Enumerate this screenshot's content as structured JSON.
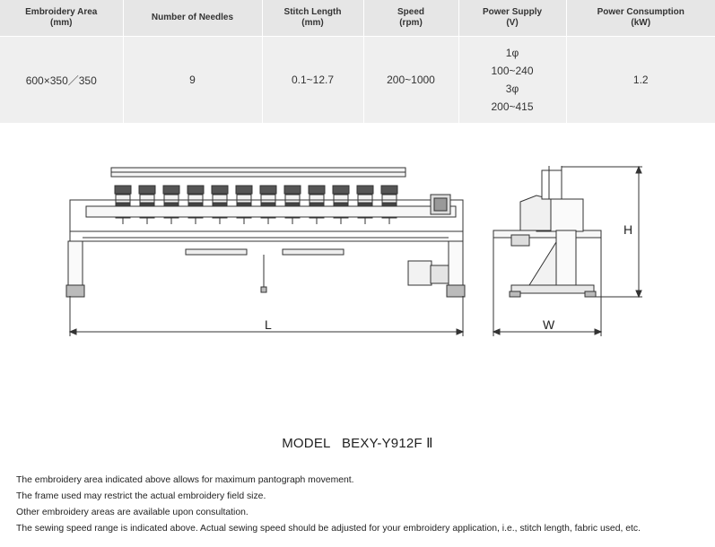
{
  "spec_table": {
    "headers": [
      {
        "line1": "Embroidery Area",
        "line2": "(mm)"
      },
      {
        "line1": "Number of Needles",
        "line2": ""
      },
      {
        "line1": "Stitch Length",
        "line2": "(mm)"
      },
      {
        "line1": "Speed",
        "line2": "(rpm)"
      },
      {
        "line1": "Power Supply",
        "line2": "(V)"
      },
      {
        "line1": "Power Consumption",
        "line2": "(kW)"
      }
    ],
    "values": {
      "embroidery_area": "600×350／350",
      "needles": "9",
      "stitch_length": "0.1~12.7",
      "speed": "200~1000",
      "power_supply": [
        "1φ",
        "100~240",
        "3φ",
        "200~415"
      ],
      "power_consumption": "1.2"
    }
  },
  "drawing": {
    "length_label": "L",
    "width_label": "W",
    "height_label": "H"
  },
  "model": {
    "label": "MODEL",
    "name": "BEXY-Y912F Ⅱ"
  },
  "notes": [
    "The embroidery area indicated above allows for maximum pantograph movement.",
    "The frame used may restrict the actual embroidery field size.",
    "Other embroidery areas are available upon consultation.",
    "The sewing speed range is indicated above. Actual sewing speed should be adjusted for your embroidery application, i.e., stitch length, fabric used, etc."
  ]
}
